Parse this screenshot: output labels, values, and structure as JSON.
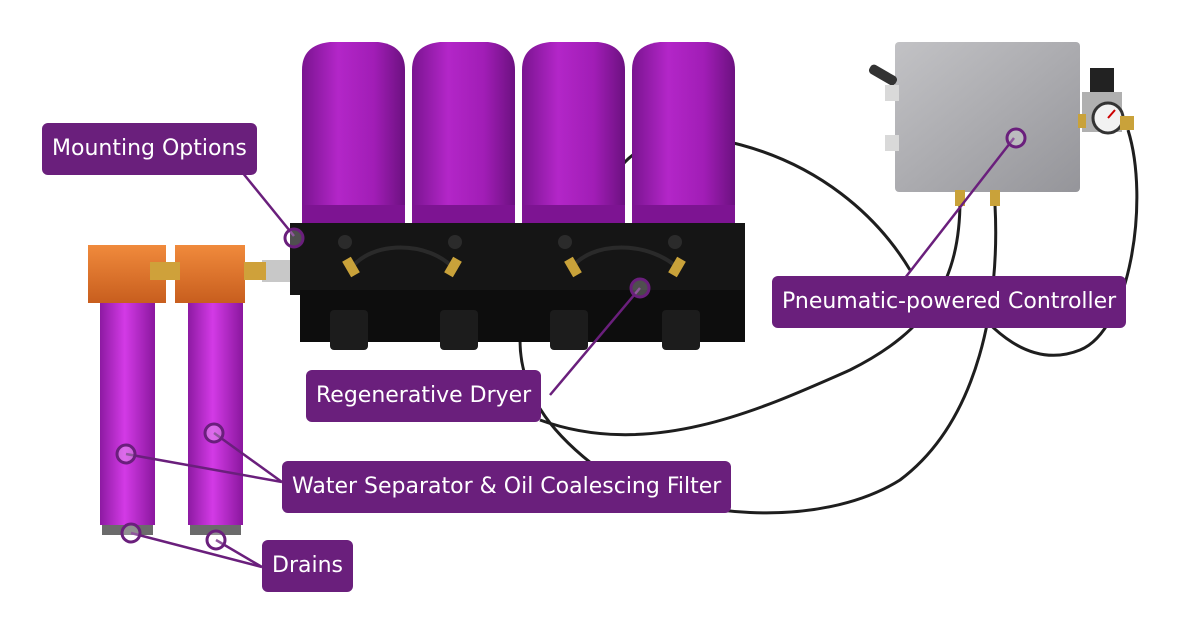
{
  "colors": {
    "callout": "#6a1f7c",
    "canister": "#9b1cb0",
    "filter": "#c01fd0",
    "filter_head": "#e8742a",
    "manifold": "#141414",
    "controller": "#a8a8ab",
    "hose": "#1e1e1e"
  },
  "callouts": {
    "mounting_options": "Mounting Options",
    "pneumatic_controller": "Pneumatic-powered Controller",
    "regenerative_dryer": "Regenerative Dryer",
    "water_separator_filter": "Water Separator & Oil Coalescing Filter",
    "drains": "Drains"
  }
}
